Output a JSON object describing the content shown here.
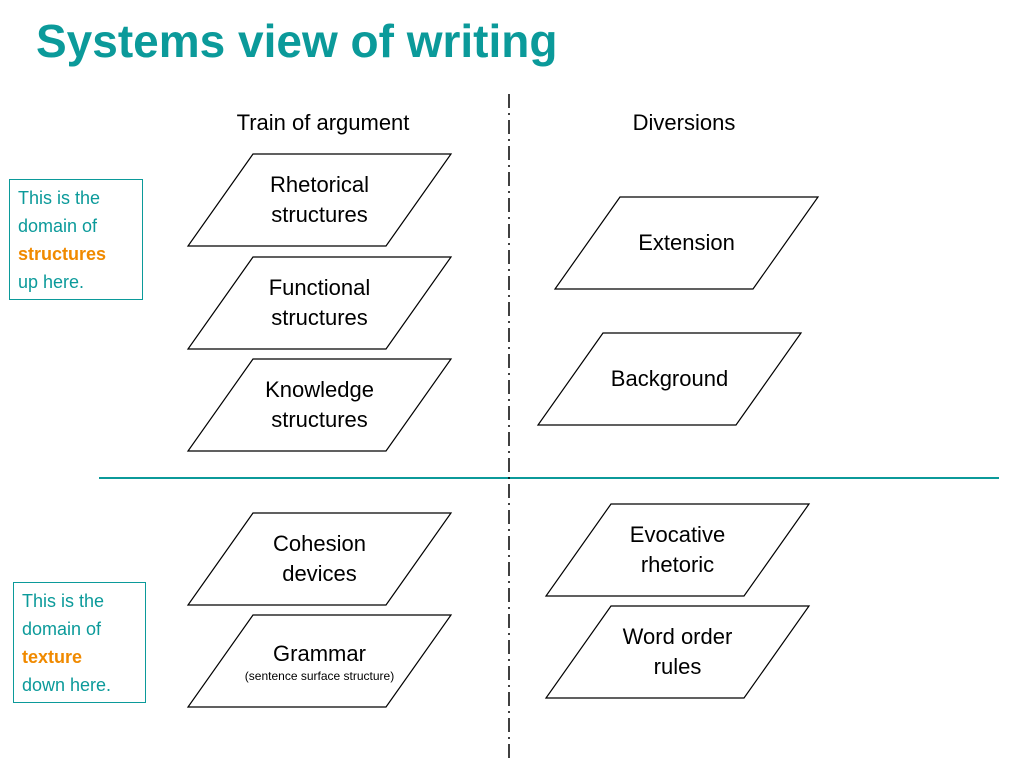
{
  "title": "Systems view of writing",
  "columns": {
    "left": "Train of argument",
    "right": "Diversions"
  },
  "shapes": {
    "rhetorical": [
      "Rhetorical",
      "structures"
    ],
    "functional": [
      "Functional",
      "structures"
    ],
    "knowledge": [
      "Knowledge",
      "structures"
    ],
    "extension": [
      "Extension"
    ],
    "background": [
      "Background"
    ],
    "cohesion": [
      "Cohesion",
      "devices"
    ],
    "grammar": [
      "Grammar"
    ],
    "grammar_sub": "(sentence surface structure)",
    "evocative": [
      "Evocative",
      "rhetoric"
    ],
    "word_order": [
      "Word order",
      "rules"
    ]
  },
  "notes": {
    "structures": {
      "line1": "This is the",
      "line2": "domain of",
      "highlight": "structures",
      "line4": "up here."
    },
    "texture": {
      "line1": "This is the",
      "line2": "domain of",
      "highlight": "texture",
      "line4": "down here."
    }
  },
  "colors": {
    "accent": "#0b9a9a",
    "highlight": "#f08a00"
  }
}
